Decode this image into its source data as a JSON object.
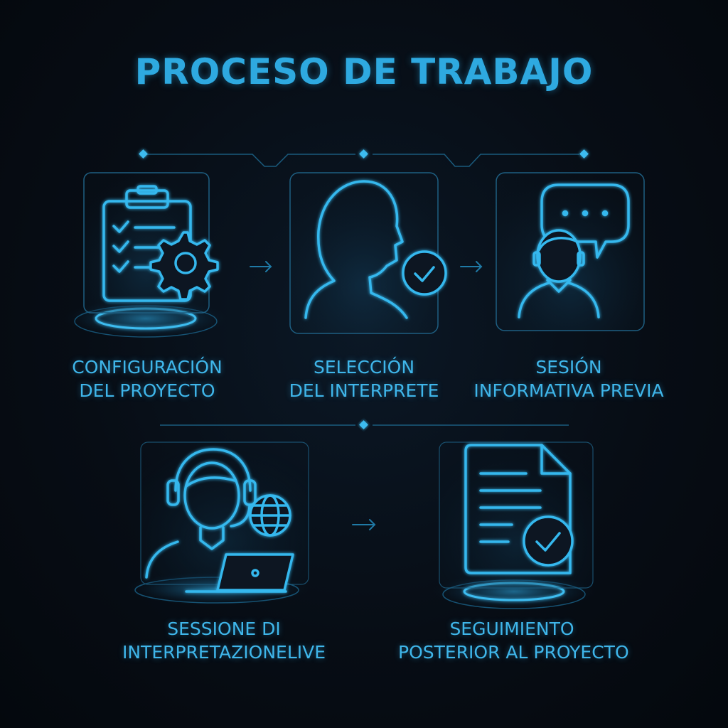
{
  "title": "PROCESO DE TRABAJO",
  "steps": [
    {
      "line1": "CONFIGURACIÓN",
      "line2": "DEL PROYECTO",
      "icon": "clipboard-gear-icon"
    },
    {
      "line1": "SELECCIÓN",
      "line2": "DEL INTERPRETE",
      "icon": "person-check-icon"
    },
    {
      "line1": "SESIÓN",
      "line2": "INFORMATIVA PREVIA",
      "icon": "person-speech-bubble-icon"
    },
    {
      "line1": "SESSIONE DI",
      "line2": "INTERPRETAZIONELIVE",
      "icon": "headset-globe-laptop-icon"
    },
    {
      "line1": "SEGUIMIENTO",
      "line2": "POSTERIOR AL PROYECTO",
      "icon": "document-check-icon"
    }
  ],
  "colors": {
    "accent": "#2ea9e0",
    "background": "#060b12"
  }
}
